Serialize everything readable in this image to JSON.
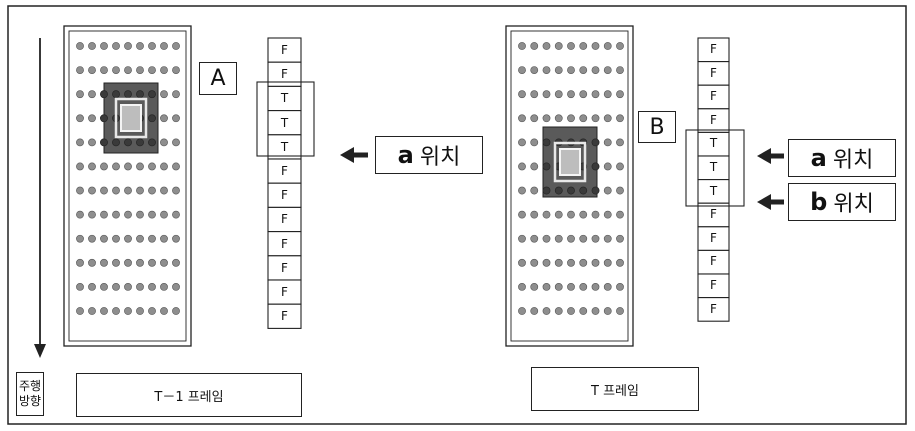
{
  "colors": {
    "ink": "#222222",
    "dot": "#8e8e8e",
    "dot_dark": "#3a3a3a",
    "object_fill": "#5a5a5a",
    "paper": "#ffffff"
  },
  "direction": {
    "label_line1": "주행",
    "label_line2": "방향"
  },
  "frames": [
    {
      "id": "prev",
      "title": "T－1 프레임",
      "object_label": "A",
      "rows": 12,
      "cols": 9,
      "flags": [
        "F",
        "F",
        "T",
        "T",
        "T",
        "F",
        "F",
        "F",
        "F",
        "F",
        "F",
        "F"
      ],
      "positions": [
        {
          "letter": "a",
          "text": "위치"
        }
      ]
    },
    {
      "id": "curr",
      "title": "T 프레임",
      "object_label": "B",
      "rows": 12,
      "cols": 9,
      "flags": [
        "F",
        "F",
        "F",
        "F",
        "T",
        "T",
        "T",
        "F",
        "F",
        "F",
        "F",
        "F"
      ],
      "positions": [
        {
          "letter": "a",
          "text": "위치"
        },
        {
          "letter": "b",
          "text": "위치"
        }
      ]
    }
  ]
}
